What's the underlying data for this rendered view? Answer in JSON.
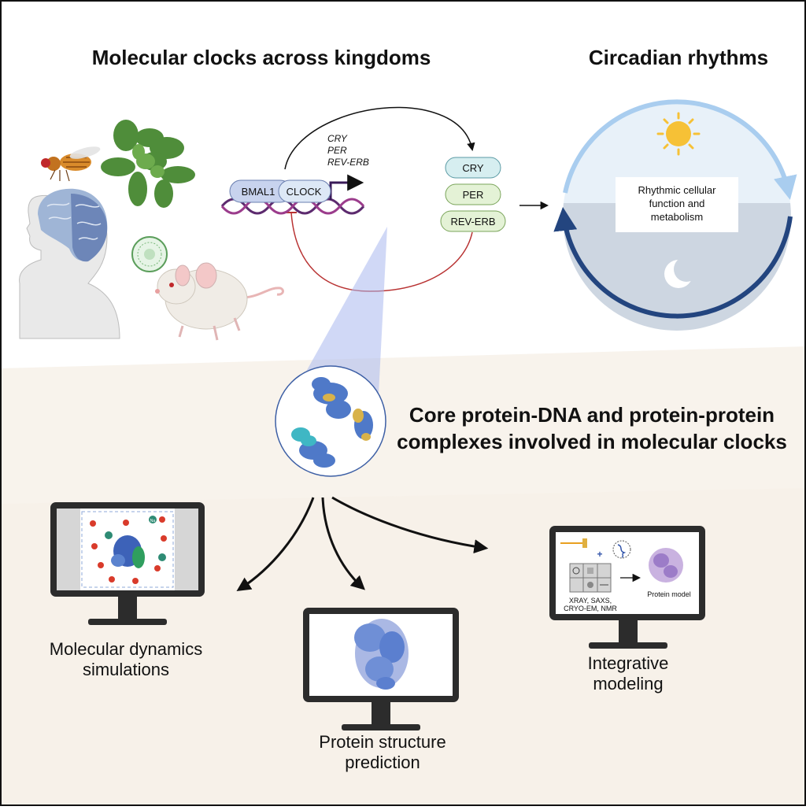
{
  "titles": {
    "molecular_clocks": "Molecular clocks across kingdoms",
    "circadian": "Circadian rhythms",
    "complexes_line1": "Core protein-DNA and protein-protein",
    "complexes_line2": "complexes involved in molecular clocks"
  },
  "clock_diagram": {
    "genes": [
      "CRY",
      "PER",
      "REV-ERB"
    ],
    "bmal1": "BMAL1",
    "clock": "CLOCK",
    "proteins": [
      "CRY",
      "PER",
      "REV-ERB"
    ]
  },
  "circadian_box": [
    "Rhythmic cellular",
    "function and",
    "metabolism"
  ],
  "methods": {
    "md": [
      "Molecular dynamics",
      "simulations"
    ],
    "prediction": [
      "Protein structure",
      "prediction"
    ],
    "integrative": [
      "Integrative",
      "modeling"
    ]
  },
  "integrative_screen": {
    "techniques_line1": "XRAY, SAXS,",
    "techniques_line2": "CRYO-EM, NMR",
    "model_label": "Protein model"
  },
  "md_screen": {
    "ion_label": "Na"
  },
  "colors": {
    "background_bottom": "#f8f3ec",
    "activation_arrow": "#222222",
    "repression_arrow": "#b83232",
    "day_sky": "#e8f1f9",
    "night_sky": "#cdd6e1",
    "day_arc": "#a9cdef",
    "night_arc": "#23457f",
    "protein_blue": "#4f79c8"
  }
}
